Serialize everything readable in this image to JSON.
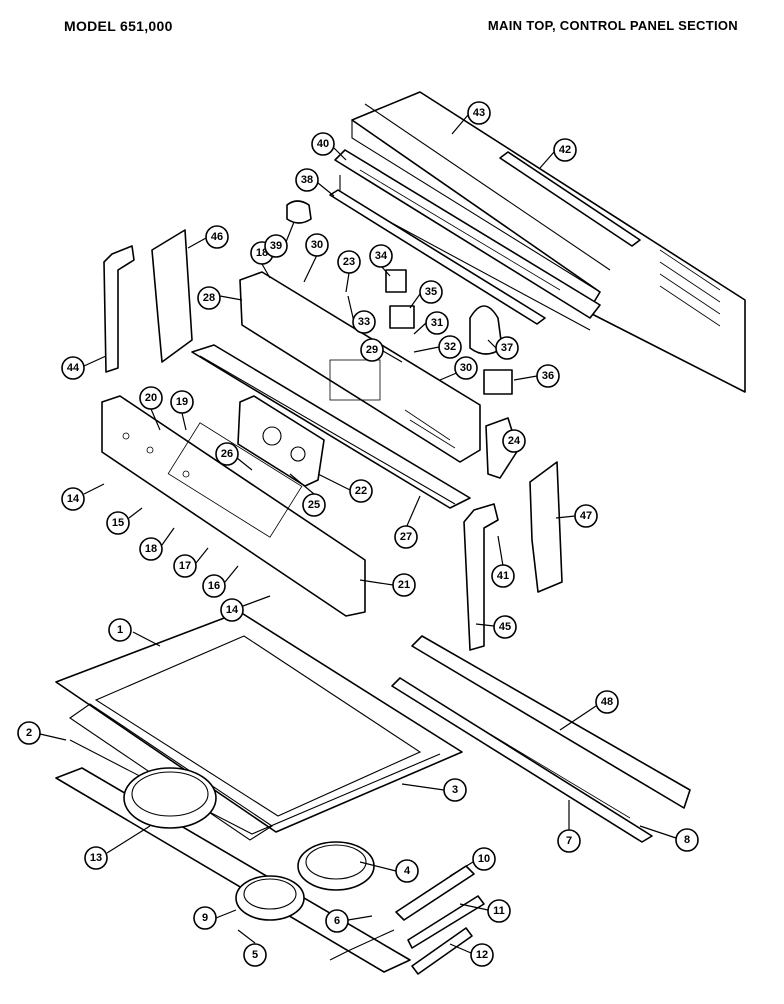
{
  "header": {
    "model": "MODEL 651,000",
    "section": "MAIN TOP, CONTROL PANEL SECTION"
  },
  "callouts": [
    "1",
    "2",
    "3",
    "4",
    "5",
    "6",
    "7",
    "8",
    "9",
    "10",
    "11",
    "12",
    "13",
    "14",
    "14",
    "15",
    "16",
    "17",
    "18",
    "18",
    "19",
    "20",
    "21",
    "22",
    "23",
    "24",
    "25",
    "26",
    "27",
    "28",
    "29",
    "30",
    "30",
    "31",
    "32",
    "33",
    "34",
    "35",
    "36",
    "37",
    "38",
    "39",
    "40",
    "41",
    "42",
    "43",
    "44",
    "45",
    "46",
    "47",
    "48"
  ]
}
